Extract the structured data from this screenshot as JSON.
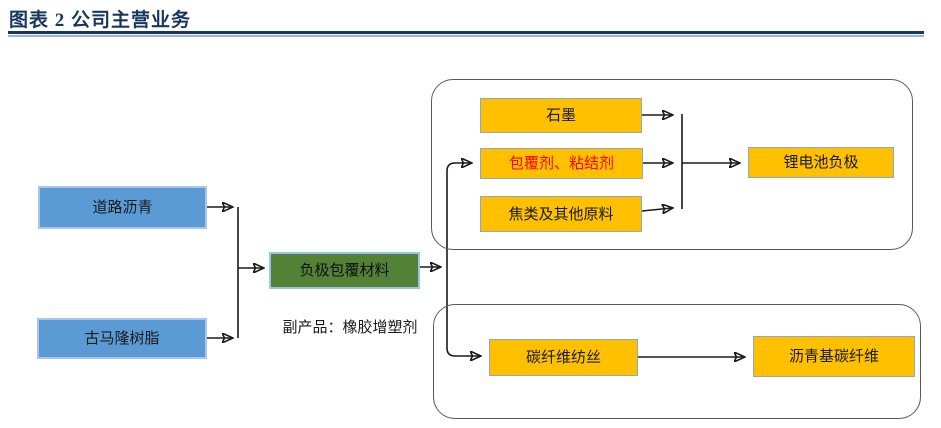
{
  "title": "图表 2 公司主营业务",
  "colors": {
    "title_text": "#17375E",
    "rule_dark": "#17375E",
    "rule_light": "#8EB4E3",
    "input_box_fill": "#5B9BD5",
    "core_box_fill": "#538135",
    "material_box_fill": "#FFC000",
    "highlight_text": "#FF0000",
    "group_outline": "#595959",
    "arrow": "#1A1A1A"
  },
  "diagram": {
    "raw_materials": [
      {
        "label": "道路沥青"
      },
      {
        "label": "古马隆树脂"
      }
    ],
    "core_product": {
      "label": "负极包覆材料"
    },
    "byproduct_note": "副产品：橡胶增塑剂",
    "battery_chain": {
      "components": [
        {
          "label": "石墨"
        },
        {
          "label": "包覆剂、粘结剂"
        },
        {
          "label": "焦类及其他原料"
        }
      ],
      "output": {
        "label": "锂电池负极"
      }
    },
    "fiber_chain": {
      "process": {
        "label": "碳纤维纺丝"
      },
      "output": {
        "label": "沥青基碳纤维"
      }
    }
  }
}
